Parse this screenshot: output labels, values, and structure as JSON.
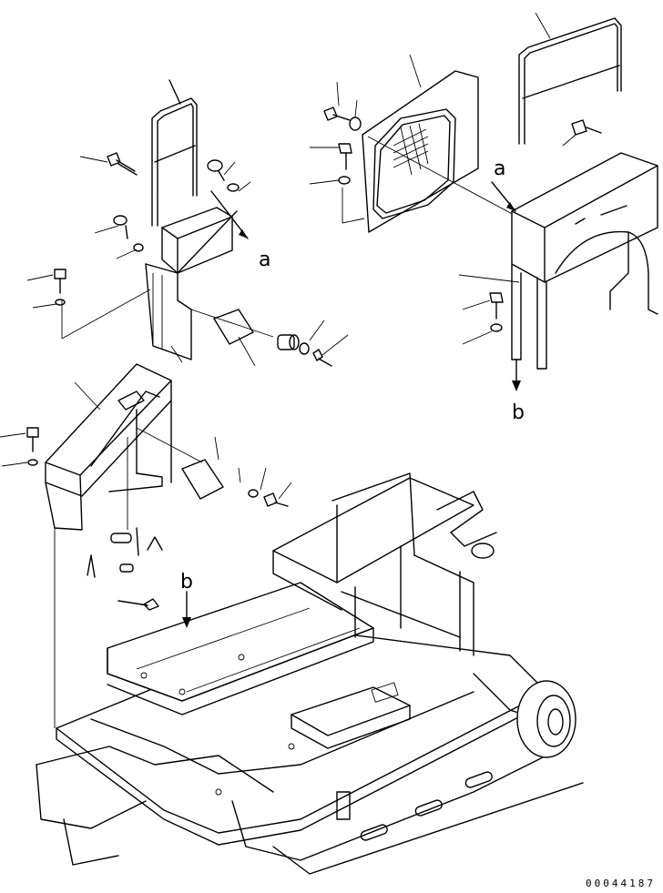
{
  "callouts": {
    "a_left": "a",
    "a_right": "a",
    "b_right": "b",
    "b_bottom": "b"
  },
  "footer": {
    "drawing_number": "00044187"
  }
}
